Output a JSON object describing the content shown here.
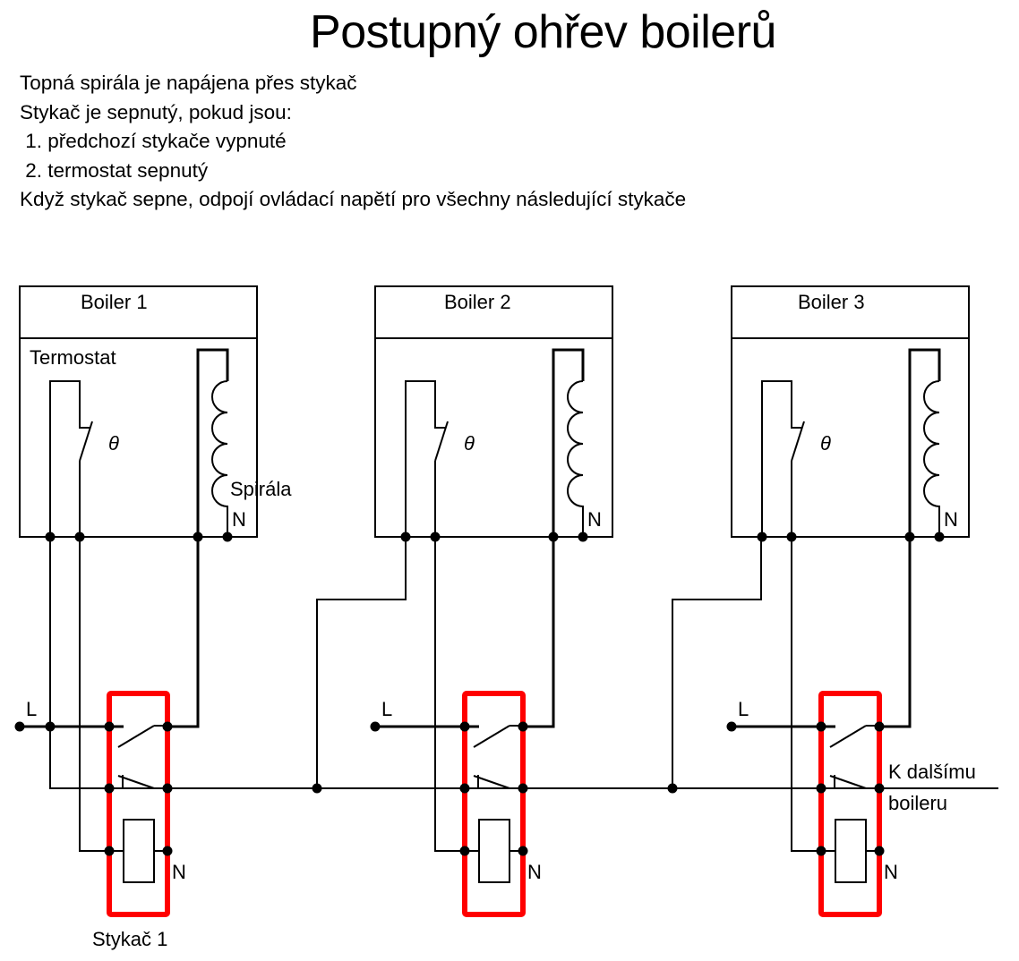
{
  "title": "Postupný ohřev boilerů",
  "description": [
    "Topná spirála je napájena přes stykač",
    "Stykač je sepnutý, pokud jsou:",
    " 1. předchozí stykače vypnuté",
    " 2. termostat sepnutý",
    "Když stykač sepne, odpojí ovládací napětí pro všechny následující stykače"
  ],
  "colors": {
    "wire": "#000000",
    "contactor_outline": "#ff0000"
  },
  "boilers": [
    {
      "label": "Boiler 1",
      "thermostat_label": "Termostat",
      "coil_label": "Spirála",
      "neutral_label": "N",
      "theta_symbol": "θ"
    },
    {
      "label": "Boiler 2",
      "thermostat_label": "",
      "coil_label": "",
      "neutral_label": "N",
      "theta_symbol": "θ"
    },
    {
      "label": "Boiler 3",
      "thermostat_label": "",
      "coil_label": "",
      "neutral_label": "N",
      "theta_symbol": "θ"
    }
  ],
  "contactors": [
    {
      "label": "Stykač 1",
      "line_label": "L",
      "neutral_label": "N"
    },
    {
      "label": "",
      "line_label": "L",
      "neutral_label": "N"
    },
    {
      "label": "",
      "line_label": "L",
      "neutral_label": "N"
    }
  ],
  "next_boiler_label": [
    "K dalšímu",
    "boileru"
  ]
}
